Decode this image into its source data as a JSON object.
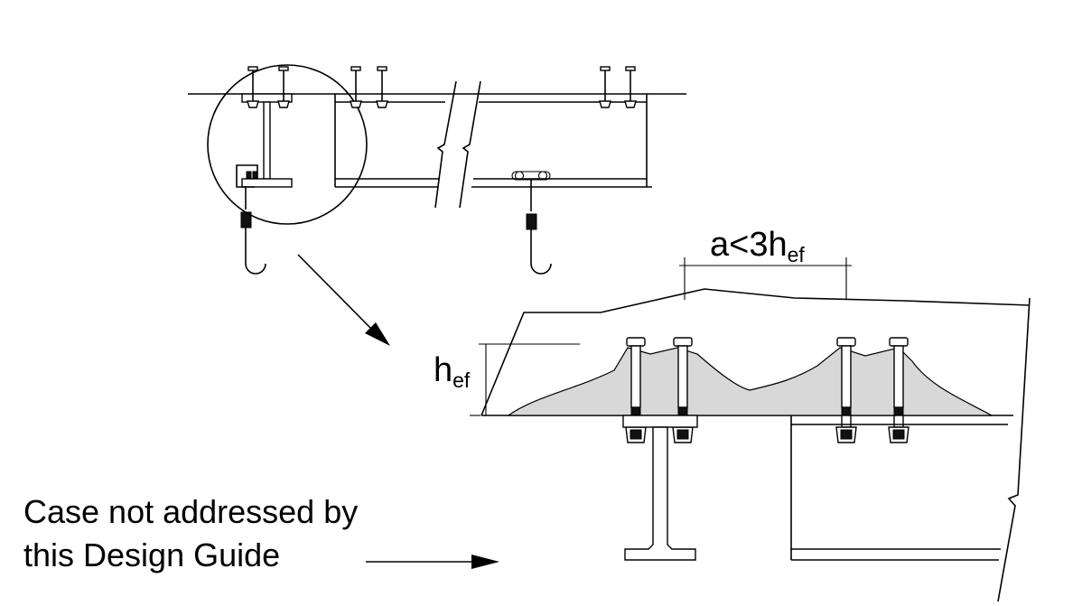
{
  "labels": {
    "spacing_a": "a<3h",
    "spacing_sub": "ef",
    "embed_h": "h",
    "embed_sub": "ef",
    "caption_line1": "Case not addressed by",
    "caption_line2": "this Design Guide"
  }
}
